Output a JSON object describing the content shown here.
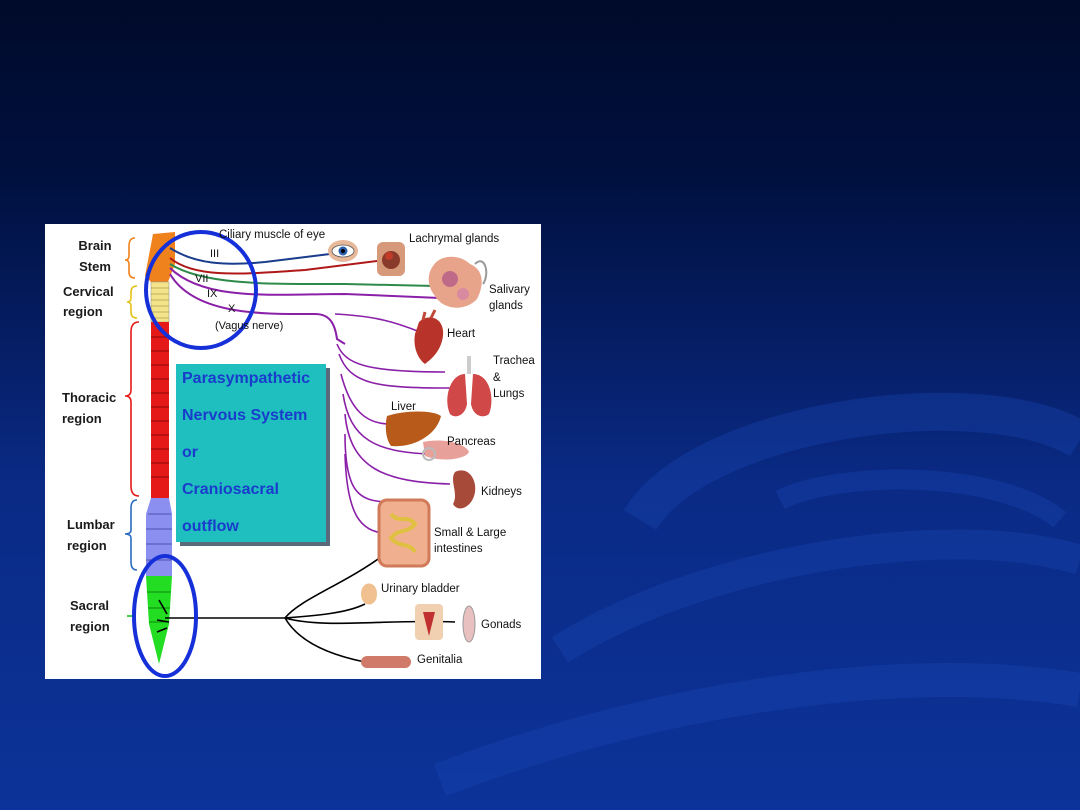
{
  "figure": {
    "regions": {
      "brain_stem": [
        "Brain",
        "Stem"
      ],
      "cervical": [
        "Cervical",
        "region"
      ],
      "thoracic": [
        "Thoracic",
        "region"
      ],
      "lumbar": [
        "Lumbar",
        "region"
      ],
      "sacral": [
        "Sacral",
        "region"
      ]
    },
    "nerves": {
      "iii": "III",
      "vii": "VII",
      "ix": "IX",
      "x": "X",
      "vagus": "(Vagus nerve)"
    },
    "organs": {
      "ciliary": "Ciliary muscle of eye",
      "lachrymal": "Lachrymal glands",
      "salivary": [
        "Salivary",
        "glands"
      ],
      "heart": "Heart",
      "trachea": [
        "Trachea",
        "&",
        "Lungs"
      ],
      "liver": "Liver",
      "pancreas": "Pancreas",
      "kidneys": "Kidneys",
      "intestines": [
        "Small & Large",
        "intestines"
      ],
      "bladder": "Urinary bladder",
      "gonads": "Gonads",
      "genitalia": "Genitalia"
    },
    "system_box": [
      "Parasympathetic",
      "Nervous System",
      "or",
      "Craniosacral",
      "outflow"
    ]
  },
  "colors": {
    "brain_stem": "#f0821e",
    "cervical": "#f3e48a",
    "thoracic": "#e61919",
    "lumbar": "#8a8ff0",
    "sacral": "#22dd22",
    "vagus_purple": "#8a1fa8",
    "highlight_circle": "#1530d8",
    "box": "#1fbfbf",
    "box_text": "#1a3ccc"
  }
}
